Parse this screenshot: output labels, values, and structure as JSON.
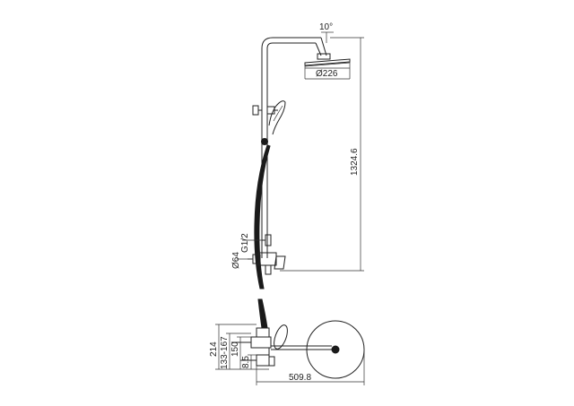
{
  "dimensions": {
    "tilt_angle": "10°",
    "head_diameter": "Ø226",
    "total_height": "1324.6",
    "thread": "G1/2",
    "spout_diameter": "Ø64",
    "height_214": "214",
    "range_133_167": "133-167",
    "height_150": "150",
    "offset_8_5": "8.5",
    "width_509_8": "509.8"
  },
  "colors": {
    "line": "#222222",
    "hose": "#1a1a1a",
    "background": "#ffffff"
  }
}
